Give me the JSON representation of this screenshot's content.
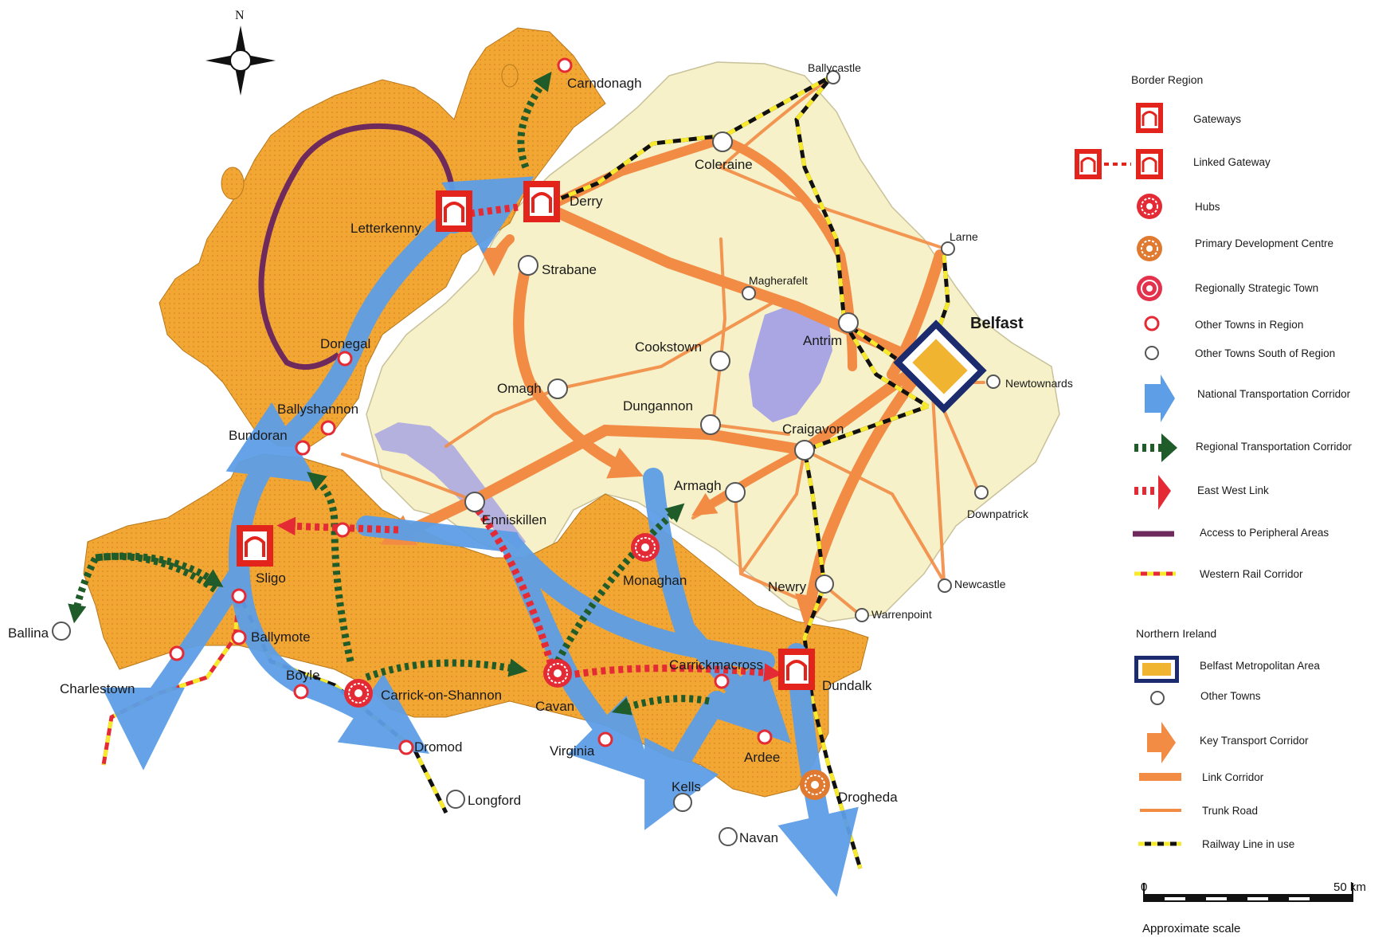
{
  "compass": {
    "north_label": "N"
  },
  "colors": {
    "border_region": "#f2a634",
    "northern_ireland": "#f6f1c8",
    "national_corridor": "#5d9ee6",
    "key_transport": "#f28c45",
    "regional_corridor": "#1f5c2a",
    "east_west_link": "#e42b35",
    "peripheral_access": "#6e2a5c",
    "lough": "#a9a6e3",
    "gateway": "#e3241d",
    "belfast_frame": "#1b2b6e"
  },
  "towns": {
    "carndonagh": "Carndonagh",
    "letterkenny": "Letterkenny",
    "derry": "Derry",
    "ballycastle": "Ballycastle",
    "coleraine": "Coleraine",
    "strabane": "Strabane",
    "larne": "Larne",
    "magherafelt": "Magherafelt",
    "belfast": "Belfast",
    "antrim": "Antrim",
    "donegal": "Donegal",
    "cookstown": "Cookstown",
    "newtownards": "Newtownards",
    "omagh": "Omagh",
    "ballyshannon": "Ballyshannon",
    "bundoran": "Bundoran",
    "dungannon": "Dungannon",
    "craigavon": "Craigavon",
    "armagh": "Armagh",
    "enniskillen": "Enniskillen",
    "downpatrick": "Downpatrick",
    "sligo": "Sligo",
    "monaghan": "Monaghan",
    "newry": "Newry",
    "newcastle": "Newcastle",
    "ballina": "Ballina",
    "ballymote": "Ballymote",
    "warrenpoint": "Warrenpoint",
    "charlestown": "Charlestown",
    "boyle": "Boyle",
    "carrickmacross": "Carrickmacross",
    "dundalk": "Dundalk",
    "carrick_on_shannon": "Carrick-on-Shannon",
    "cavan": "Cavan",
    "dromod": "Dromod",
    "virginia": "Virginia",
    "ardee": "Ardee",
    "kells": "Kells",
    "drogheda": "Drogheda",
    "longford": "Longford",
    "navan": "Navan"
  },
  "legend": {
    "border_region_heading": "Border Region",
    "gateways": "Gateways",
    "linked_gateway": "Linked Gateway",
    "hubs": "Hubs",
    "primary_development_centre": "Primary Development Centre",
    "regionally_strategic_town": "Regionally Strategic Town",
    "other_towns_in_region": "Other Towns in Region",
    "other_towns_south": "Other Towns South of Region",
    "national_corridor": "National Transportation Corridor",
    "regional_corridor": "Regional Transportation Corridor",
    "east_west_link": "East West Link",
    "access_peripheral": "Access to Peripheral Areas",
    "western_rail": "Western Rail Corridor",
    "ni_heading": "Northern Ireland",
    "belfast_metro": "Belfast Metropolitan Area",
    "other_towns": "Other Towns",
    "key_transport": "Key Transport Corridor",
    "link_corridor": "Link Corridor",
    "trunk_road": "Trunk Road",
    "railway": "Railway Line in use"
  },
  "scale": {
    "zero": "0",
    "max": "50 km",
    "caption": "Approximate scale"
  }
}
